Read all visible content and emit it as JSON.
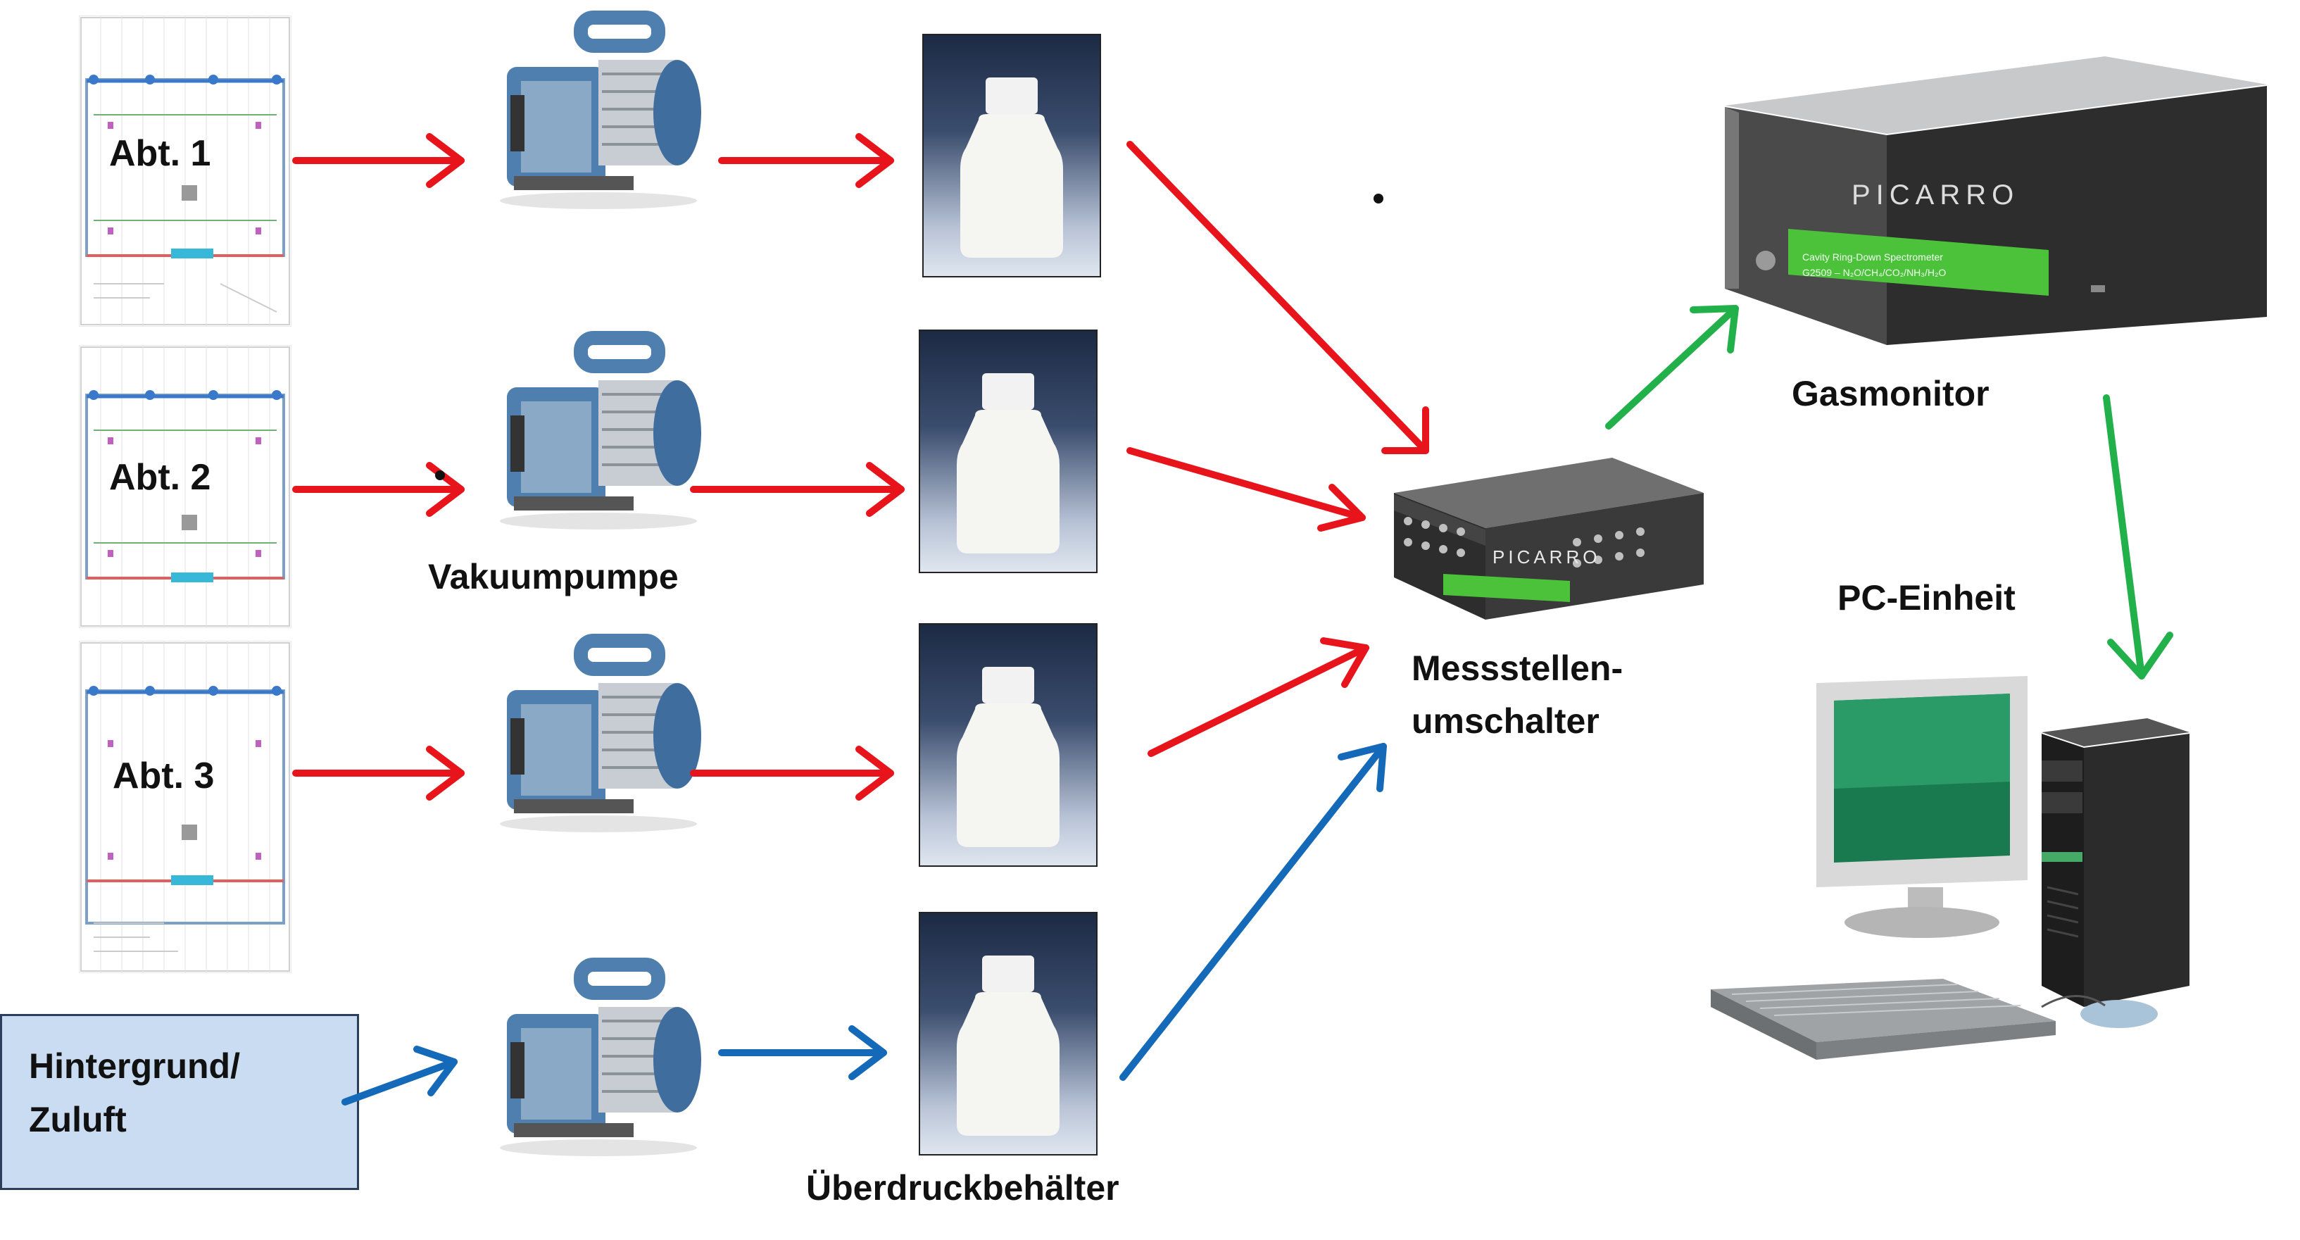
{
  "sources": [
    {
      "label": "Abt. 1"
    },
    {
      "label": "Abt. 2"
    },
    {
      "label": "Abt. 3"
    }
  ],
  "background_source": {
    "label_line1": "Hintergrund/",
    "label_line2": "Zuluft"
  },
  "pump_label": "Vakuumpumpe",
  "container_label": "Überdruckbehälter",
  "switcher": {
    "label_line1": "Messstellen-",
    "label_line2": "umschalter",
    "brand": "PICARRO"
  },
  "gas_monitor": {
    "label": "Gasmonitor",
    "brand": "PICARRO",
    "panel_line1": "Cavity Ring-Down Spectrometer",
    "panel_line2": "G2509 – N₂O/CH₄/CO₂/NH₃/H₂O"
  },
  "pc_label": "PC-Einheit",
  "colors": {
    "sample_flow": "#e8141b",
    "background_flow": "#1469b8",
    "data_flow": "#22b04b",
    "picarro_green": "#4cc23a"
  }
}
